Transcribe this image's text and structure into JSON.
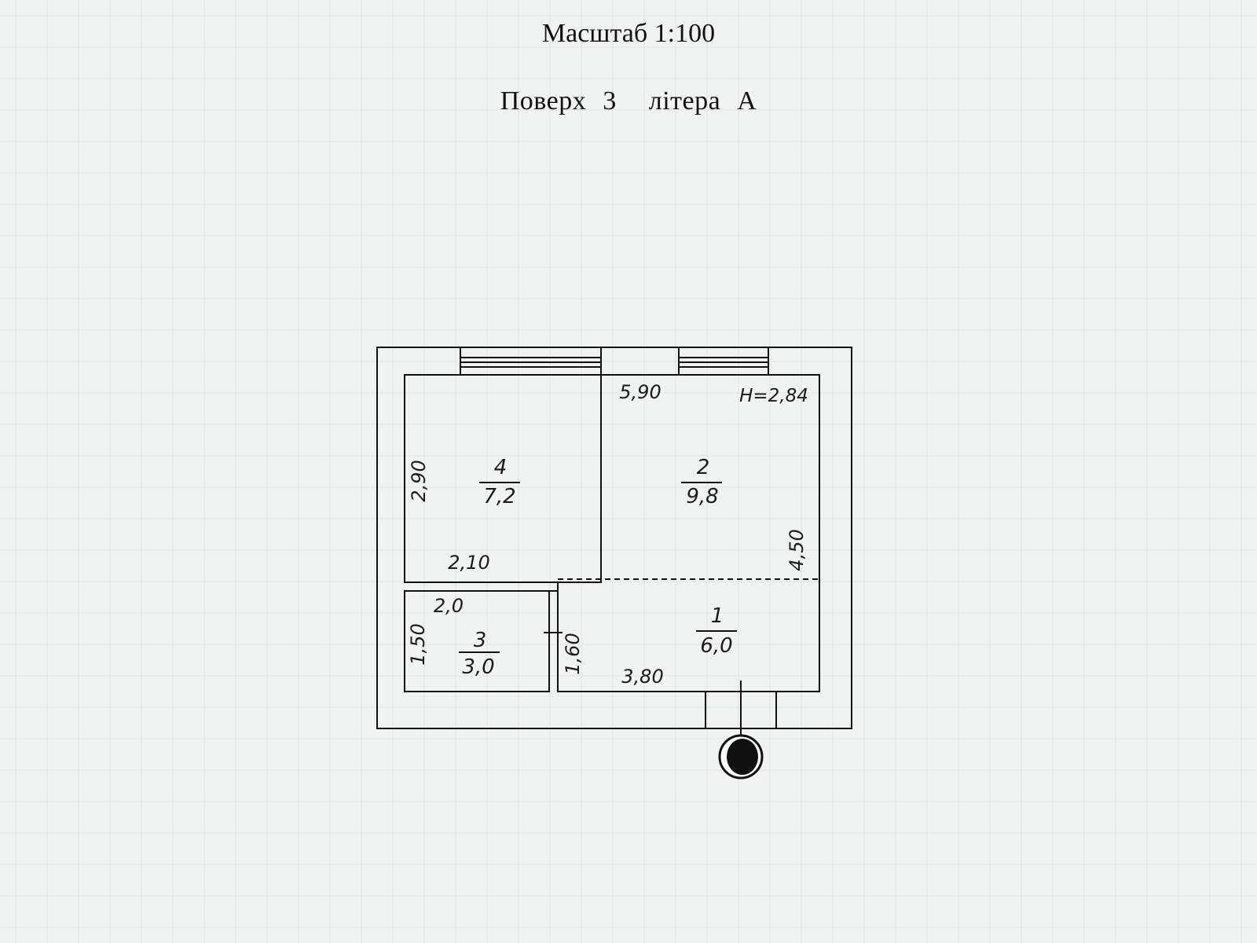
{
  "header": {
    "scale": "Масштаб 1:100",
    "floor_label": "Поверх",
    "floor_number": "3",
    "letter_label": "літера",
    "letter_value": "А"
  },
  "plan": {
    "height_note": "Н=2,84",
    "rooms": [
      {
        "id": "1",
        "number": "1",
        "area": "6,0"
      },
      {
        "id": "2",
        "number": "2",
        "area": "9,8"
      },
      {
        "id": "3",
        "number": "3",
        "area": "3,0"
      },
      {
        "id": "4",
        "number": "4",
        "area": "7,2"
      }
    ],
    "dimensions": {
      "d590": "5,90",
      "d290": "2,90",
      "d210": "2,10",
      "d450": "4,50",
      "d20": "2,0",
      "d150": "1,50",
      "d160": "1,60",
      "d380": "3,80"
    }
  },
  "colors": {
    "paper": "#f1f3f2",
    "ink": "#111111",
    "grid": "#dfe3e1"
  }
}
